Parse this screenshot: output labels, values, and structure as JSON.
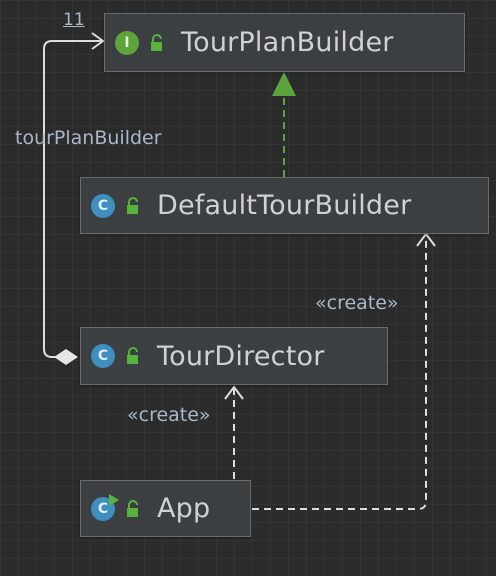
{
  "nodes": {
    "tour_plan_builder": {
      "name": "TourPlanBuilder",
      "kind_letter": "I",
      "kind": "interface"
    },
    "default_tour_builder": {
      "name": "DefaultTourBuilder",
      "kind_letter": "C",
      "kind": "class"
    },
    "tour_director": {
      "name": "TourDirector",
      "kind_letter": "C",
      "kind": "class"
    },
    "app": {
      "name": "App",
      "kind_letter": "C",
      "kind": "runnable-class"
    }
  },
  "edges": {
    "association_role": "tourPlanBuilder",
    "association_multiplicity": "11",
    "create_default_tour_builder": "«create»",
    "create_tour_director": "«create»"
  },
  "colors": {
    "background": "#2b2b2b",
    "node_fill": "#3c3f41",
    "realization_arrow": "#5ea43c",
    "connector": "#dddddd"
  }
}
